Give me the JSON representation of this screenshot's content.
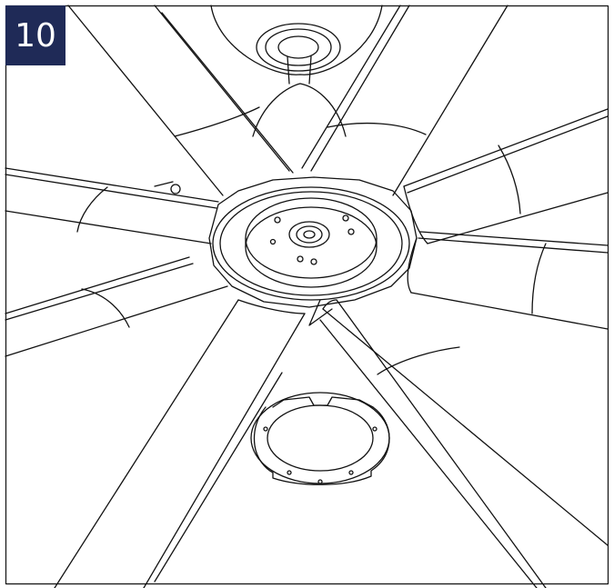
{
  "step": {
    "number": "10"
  },
  "colors": {
    "badge_bg": "#1f2a57",
    "line": "#111111",
    "background": "#ffffff"
  },
  "illustration": {
    "subject": "ceiling-fan-hub-and-blades",
    "blade_count": 8,
    "loose_part": "trim-ring"
  }
}
